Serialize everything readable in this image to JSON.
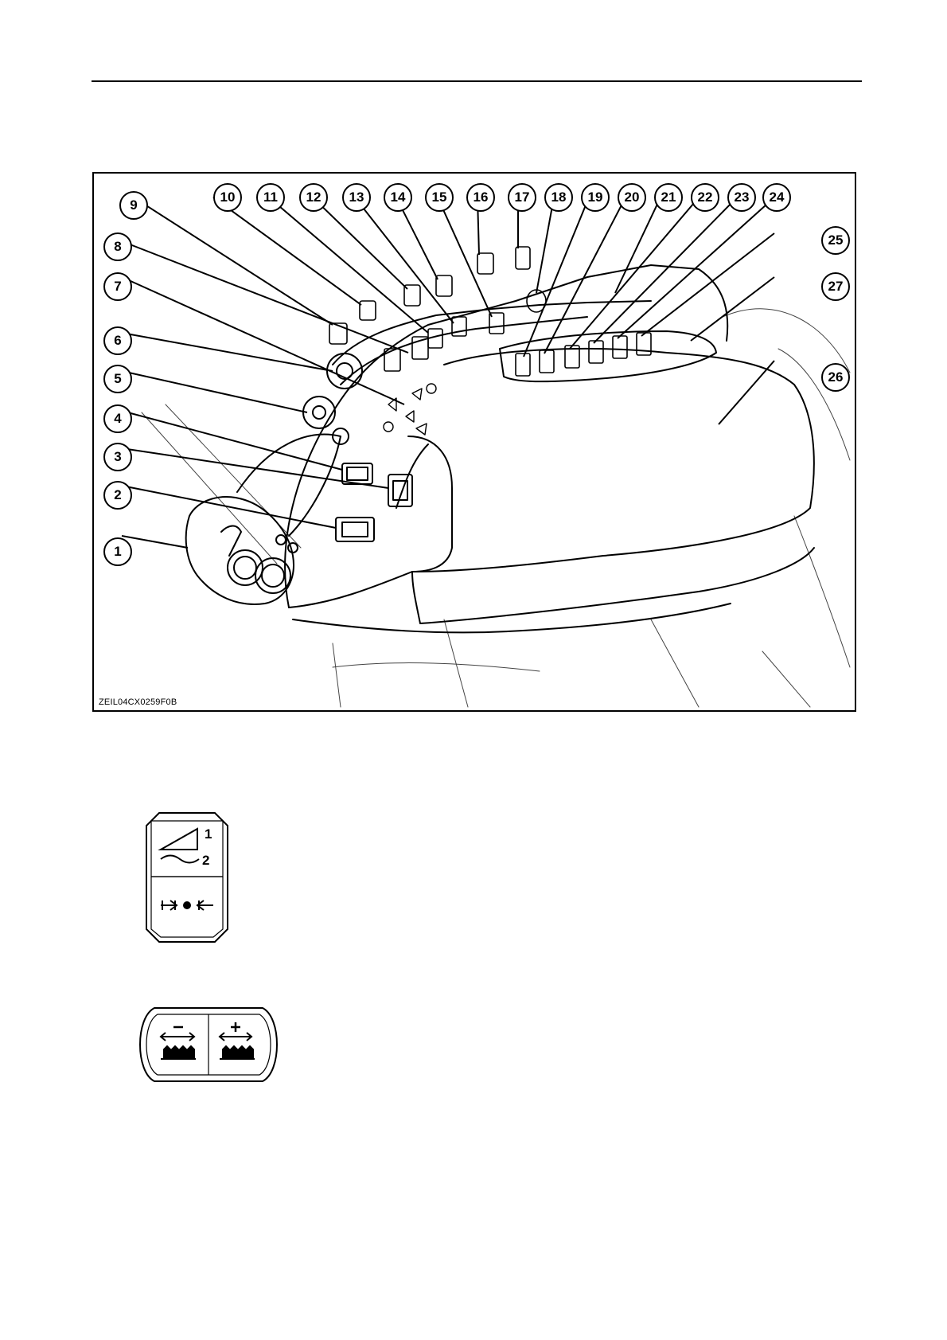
{
  "figure": {
    "code": "ZEIL04CX0259F0B",
    "callouts": [
      "1",
      "2",
      "3",
      "4",
      "5",
      "6",
      "7",
      "8",
      "9",
      "10",
      "11",
      "12",
      "13",
      "14",
      "15",
      "16",
      "17",
      "18",
      "19",
      "20",
      "21",
      "22",
      "23",
      "24",
      "25",
      "26",
      "27"
    ]
  },
  "switch_icon_1": {
    "position_labels": [
      "1",
      "2"
    ]
  }
}
